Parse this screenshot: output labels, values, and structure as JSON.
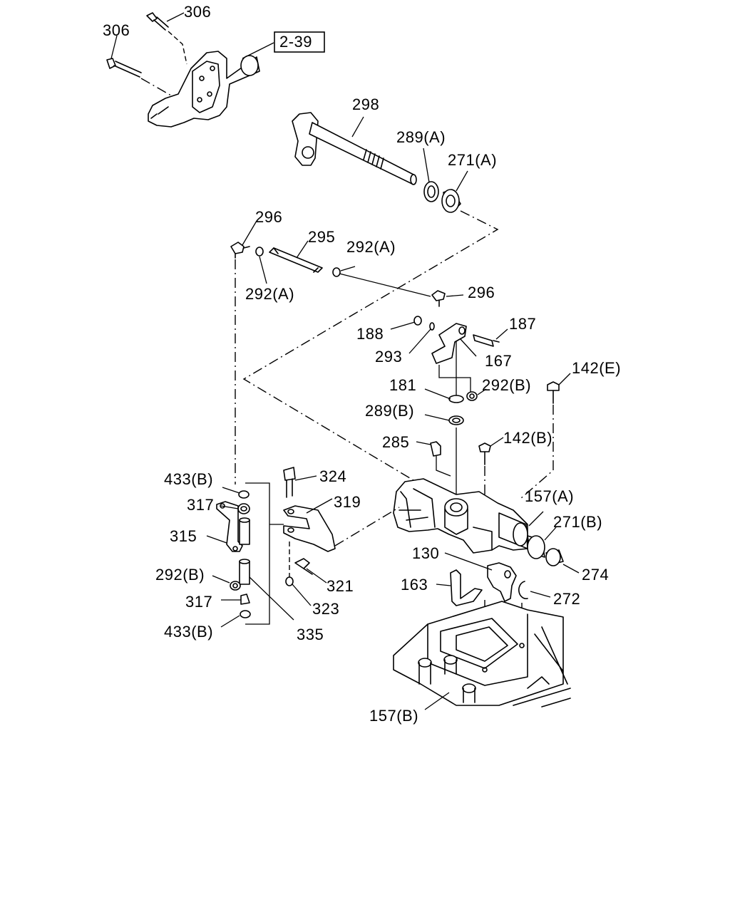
{
  "reference": {
    "label": "2-39"
  },
  "labels": {
    "p306a": "306",
    "p306b": "306",
    "p298": "298",
    "p289a": "289(A)",
    "p271a": "271(A)",
    "p296a": "296",
    "p295": "295",
    "p292a1": "292(A)",
    "p292a2": "292(A)",
    "p296b": "296",
    "p188": "188",
    "p187": "187",
    "p293": "293",
    "p167": "167",
    "p142e": "142(E)",
    "p181": "181",
    "p292b1": "292(B)",
    "p289b": "289(B)",
    "p285": "285",
    "p142b": "142(B)",
    "p433b1": "433(B)",
    "p324": "324",
    "p317a": "317",
    "p319": "319",
    "p157a": "157(A)",
    "p315": "315",
    "p271b": "271(B)",
    "p274": "274",
    "p130": "130",
    "p292b2": "292(B)",
    "p321": "321",
    "p163": "163",
    "p272": "272",
    "p317b": "317",
    "p323": "323",
    "p433b2": "433(B)",
    "p335": "335",
    "p157b": "157(B)"
  }
}
